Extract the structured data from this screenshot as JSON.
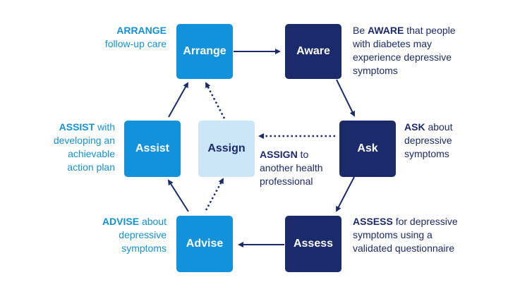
{
  "colors": {
    "light_blue": "#1192db",
    "dark_navy": "#1b2a6b",
    "pale_blue": "#cce6f8"
  },
  "nodes": {
    "arrange": "Arrange",
    "aware": "Aware",
    "ask": "Ask",
    "assess": "Assess",
    "advise": "Advise",
    "assist": "Assist",
    "assign": "Assign"
  },
  "notes": {
    "arrange": {
      "keyword": "ARRANGE",
      "text": "follow-up care"
    },
    "aware": {
      "prefix": "Be ",
      "keyword": "AWARE",
      "text": " that people with diabetes may experience depressive symptoms"
    },
    "ask": {
      "keyword": "ASK",
      "text": " about depressive symptoms"
    },
    "assess": {
      "keyword": "ASSESS",
      "text": " for depressive symptoms using a validated questionnaire"
    },
    "advise": {
      "keyword": "ADVISE",
      "text": " about depressive symptoms"
    },
    "assist": {
      "keyword": "ASSIST",
      "text": " with developing an achievable action plan"
    },
    "assign": {
      "keyword": "ASSIGN",
      "text": " to another health professional"
    }
  }
}
